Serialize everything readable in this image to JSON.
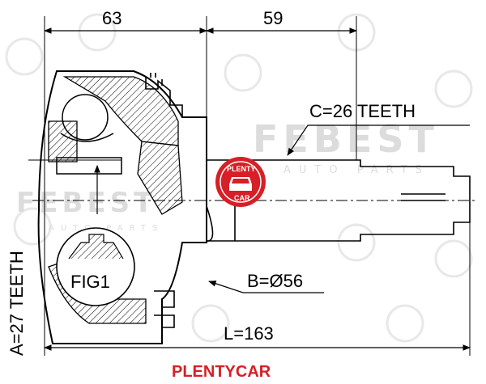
{
  "dimensions": {
    "left_length": "63",
    "right_length": "59",
    "outer_teeth": "C=26 TEETH",
    "seal_diameter": "B=Ø56",
    "inner_teeth": "A=27 TEETH",
    "total_length": "L=163"
  },
  "figure_label": "FIG1",
  "brand": {
    "footer_text": "PLENTYCAR",
    "watermark_main": "FEBEST",
    "watermark_sub": "AUTO PARTS",
    "badge_top": "PLENTY",
    "badge_bottom": "CAR",
    "color": "#d61f26"
  }
}
